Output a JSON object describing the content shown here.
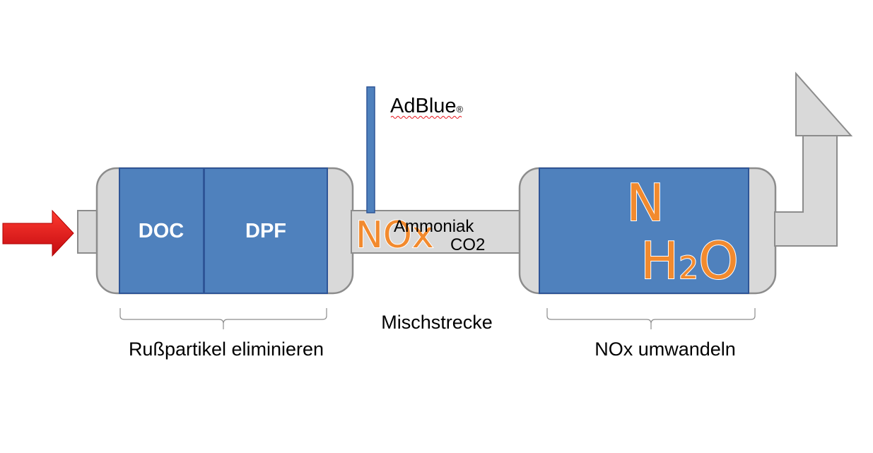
{
  "diagram": {
    "doc_label": "DOC",
    "dpf_label": "DPF",
    "adblue_label": "AdBlue",
    "adblue_mark": "®",
    "nox_left": "NOx",
    "ammoniak": "Ammoniak",
    "co2": "CO2",
    "n_label": "N",
    "h2o_h": "H",
    "h2o_2": "2",
    "h2o_o": "O",
    "mischstrecke": "Mischstrecke",
    "russ_label": "Rußpartikel eliminieren",
    "nox_umwandeln": "NOx umwandeln"
  },
  "colors": {
    "gray_fill": "#d9d9d9",
    "gray_stroke": "#8c8c8c",
    "blue_fill": "#4f81bd",
    "blue_stroke": "#2f5597",
    "arrow": "#e8141b",
    "orange": "#f28a2e"
  }
}
